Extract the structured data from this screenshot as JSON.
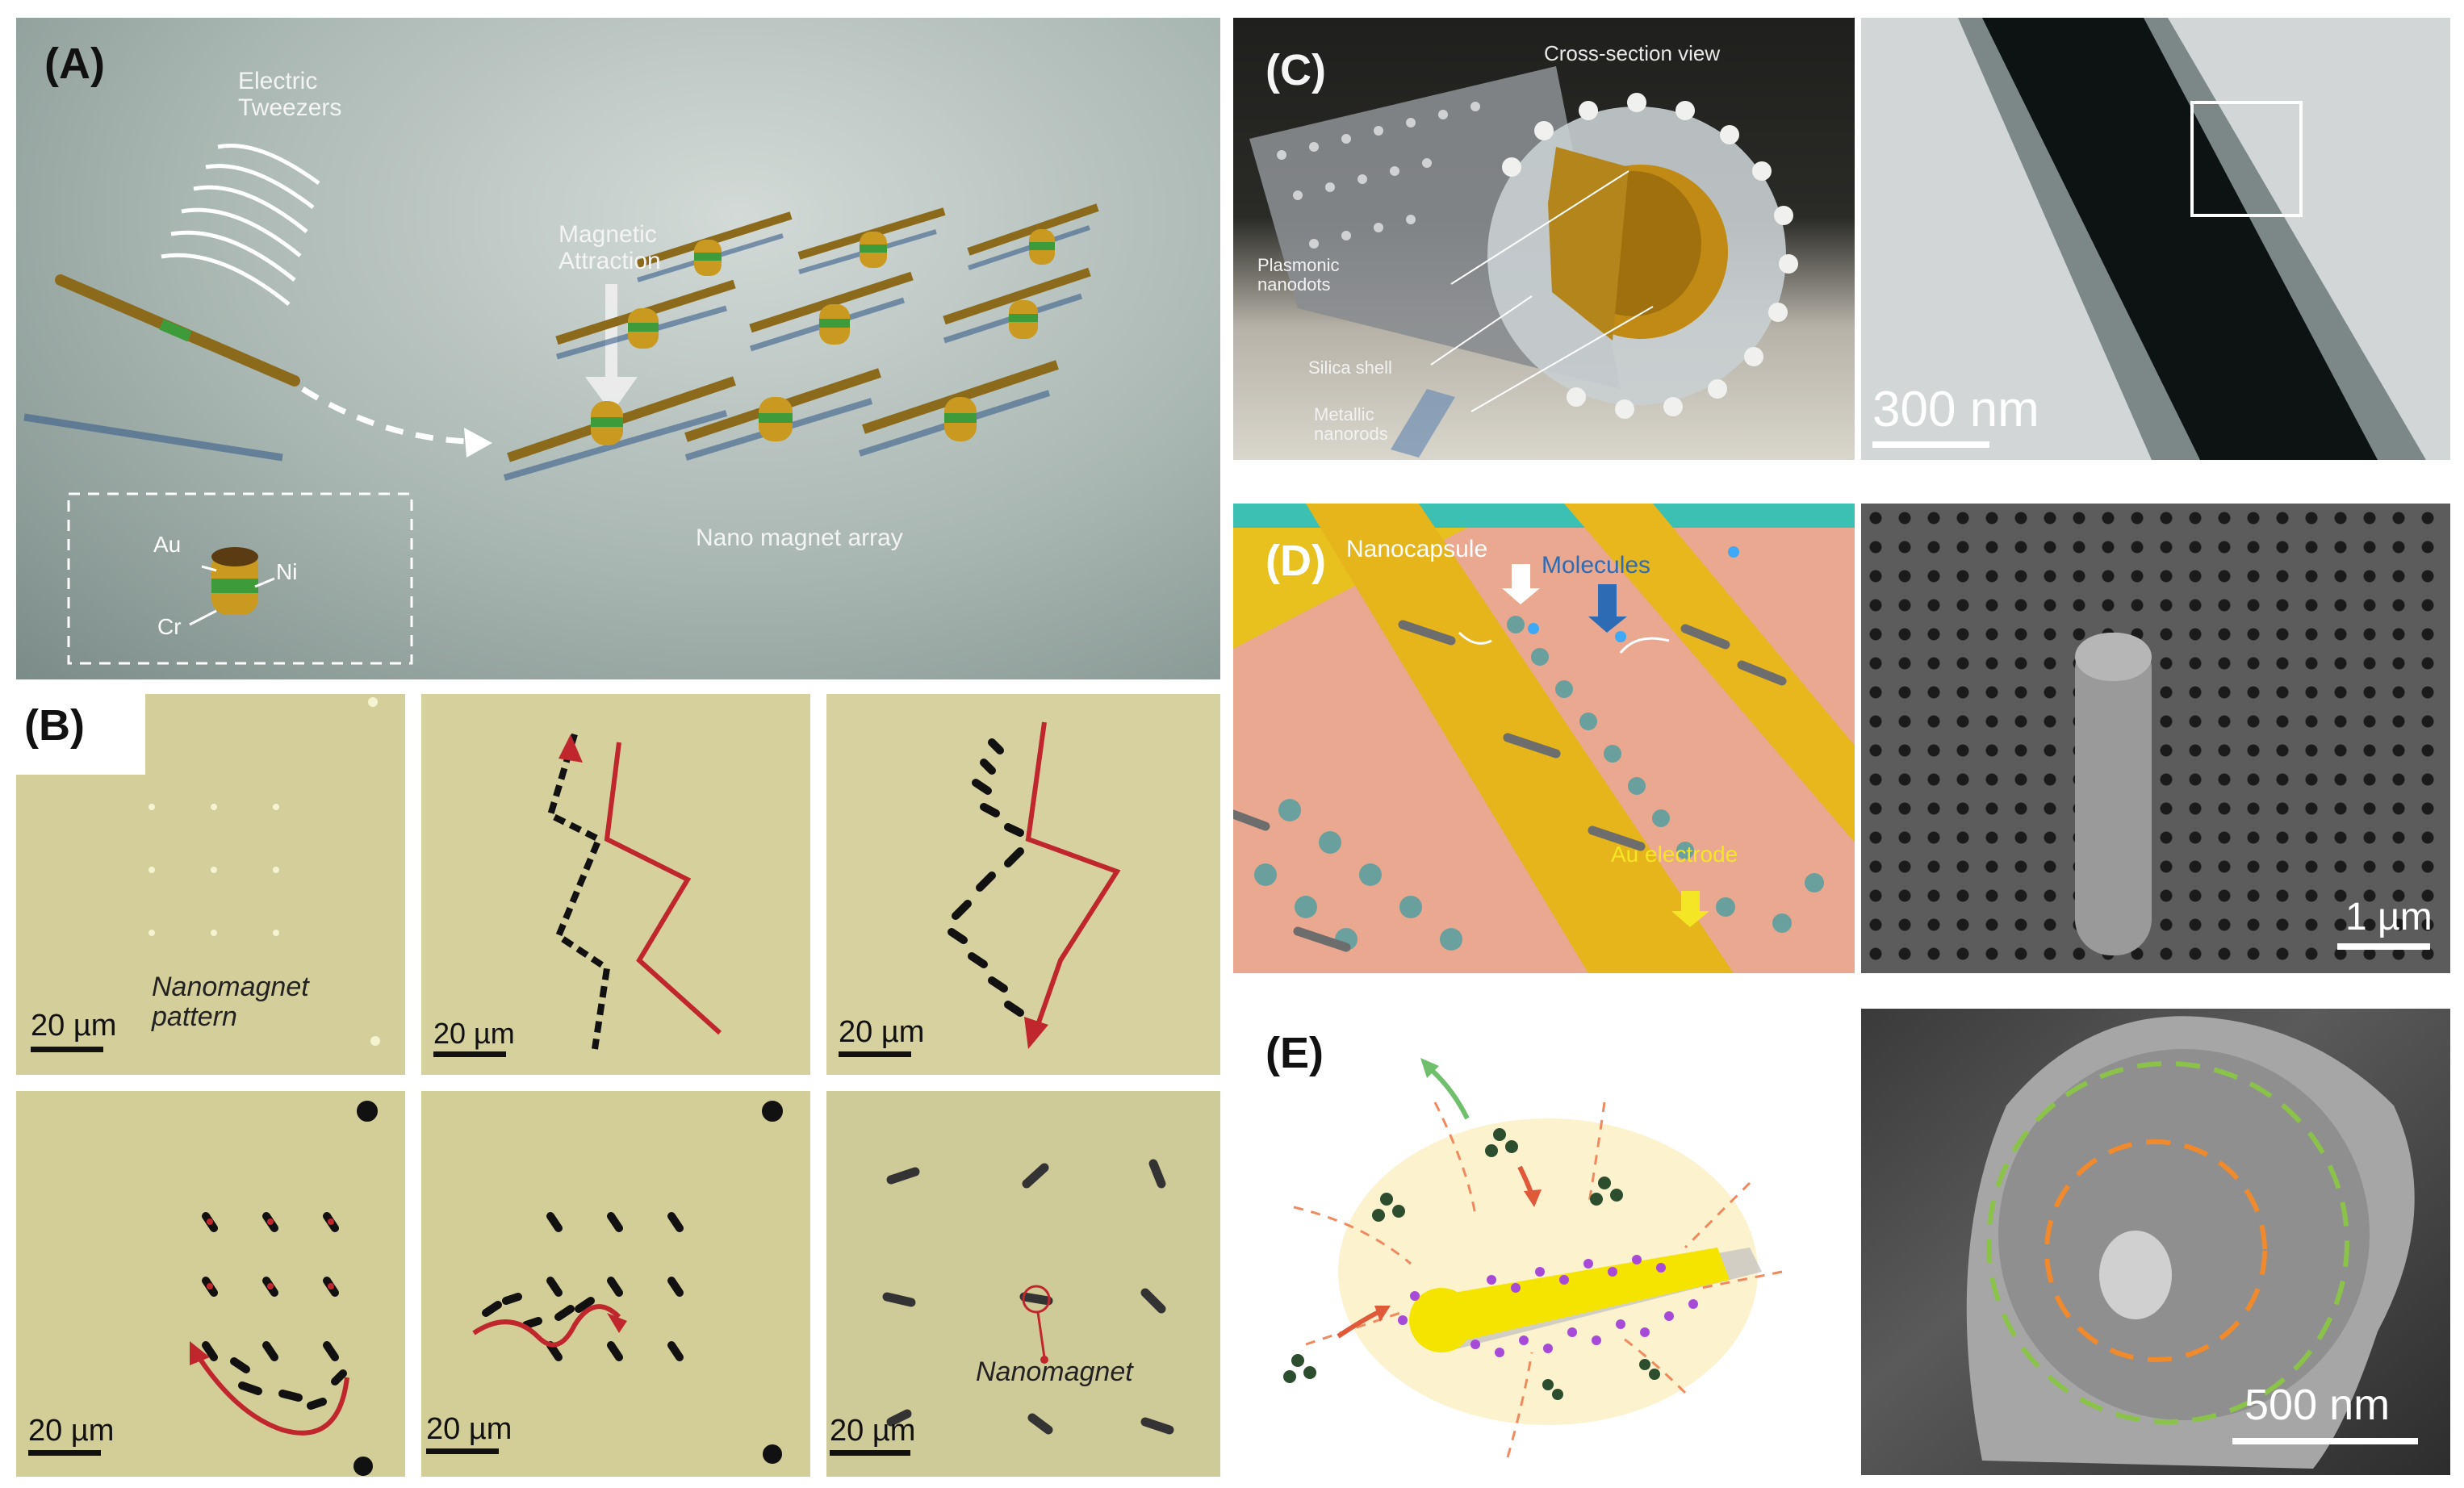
{
  "panels": {
    "A": {
      "label": "(A)",
      "electric_tweezers": [
        "Electric",
        "Tweezers"
      ],
      "magnetic_attraction": [
        "Magnetic",
        "Attraction"
      ],
      "nano_magnet_array": "Nano magnet array",
      "inset_labels": {
        "au": "Au",
        "ni": "Ni",
        "cr": "Cr"
      }
    },
    "B": {
      "label": "(B)",
      "scalebar": "20 µm",
      "nanomagnet_pattern": [
        "Nanomagnet",
        "pattern"
      ],
      "nanomagnet": "Nanomagnet"
    },
    "C": {
      "label": "(C)",
      "cross_section_view": "Cross-section view",
      "plasmonic_nanodots": [
        "Plasmonic",
        "nanodots"
      ],
      "silica_shell": "Silica shell",
      "metallic_nanorods": [
        "Metallic",
        "nanorods"
      ],
      "scalebar": "300 nm"
    },
    "D": {
      "label": "(D)",
      "nanocapsule": "Nanocapsule",
      "molecules": "Molecules",
      "au_electrode": "Au electrode",
      "scalebar": "1 µm"
    },
    "E": {
      "label": "(E)",
      "scalebar": "500 nm"
    }
  },
  "colors": {
    "arrow_red": "#c0272d",
    "gold": "#d4a017",
    "green_band": "#3e9b3a",
    "dashed_green": "#8bc34a",
    "dashed_orange": "#f08a2c"
  }
}
